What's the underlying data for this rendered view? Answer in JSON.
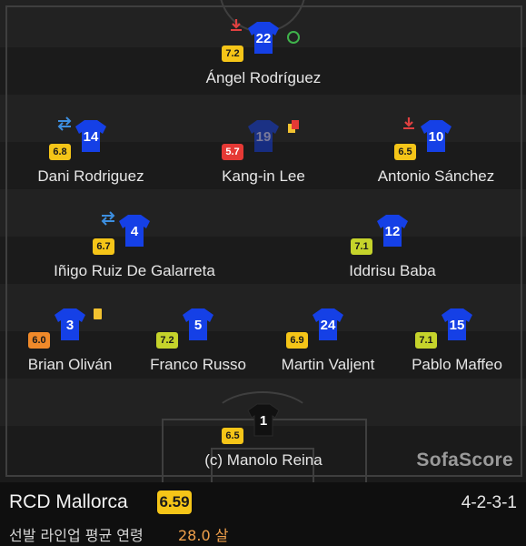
{
  "team": {
    "name": "RCD Mallorca",
    "rating": "6.59",
    "formation": "4-2-3-1"
  },
  "lineup_age": {
    "label": "선발 라인업 평균 연령",
    "value": "28.0 살"
  },
  "brand": "SofaScore",
  "colors": {
    "kit": "#1540e6",
    "keeper_kit": "#111111",
    "team_rating_bg": "#f5c518"
  },
  "players": [
    {
      "id": "angel-rodriguez",
      "number": "22",
      "name": "Ángel Rodríguez",
      "rating": "7.2",
      "rating_color": "#f5c518",
      "icons": [
        "substitution-out-icon",
        "goal-ball-icon"
      ]
    },
    {
      "id": "dani-rodriguez",
      "number": "14",
      "name": "Dani Rodriguez",
      "rating": "6.8",
      "rating_color": "#f5c518",
      "icons": [
        "substitution-arrows-icon"
      ]
    },
    {
      "id": "kang-in-lee",
      "number": "19",
      "name": "Kang-in Lee",
      "rating": "5.7",
      "rating_color": "#e53935",
      "icons": [
        "red-card-icon"
      ]
    },
    {
      "id": "antonio-sanchez",
      "number": "10",
      "name": "Antonio Sánchez",
      "rating": "6.5",
      "rating_color": "#f5c518",
      "icons": [
        "substitution-out-icon"
      ]
    },
    {
      "id": "inigo-ruiz-de-galarreta",
      "number": "4",
      "name": "Iñigo Ruiz De Galarreta",
      "rating": "6.7",
      "rating_color": "#f5c518",
      "icons": [
        "substitution-arrows-icon"
      ]
    },
    {
      "id": "iddrisu-baba",
      "number": "12",
      "name": "Iddrisu Baba",
      "rating": "7.1",
      "rating_color": "#c5d32b",
      "icons": []
    },
    {
      "id": "brian-olivan",
      "number": "3",
      "name": "Brian Oliván",
      "rating": "6.0",
      "rating_color": "#f08a2a",
      "icons": [
        "yellow-card-icon"
      ]
    },
    {
      "id": "franco-russo",
      "number": "5",
      "name": "Franco Russo",
      "rating": "7.2",
      "rating_color": "#c5d32b",
      "icons": []
    },
    {
      "id": "martin-valjent",
      "number": "24",
      "name": "Martin Valjent",
      "rating": "6.9",
      "rating_color": "#f5c518",
      "icons": []
    },
    {
      "id": "pablo-maffeo",
      "number": "15",
      "name": "Pablo Maffeo",
      "rating": "7.1",
      "rating_color": "#c5d32b",
      "icons": []
    },
    {
      "id": "manolo-reina",
      "number": "1",
      "name": "(c) Manolo Reina",
      "rating": "6.5",
      "rating_color": "#f5c518",
      "icons": []
    }
  ]
}
